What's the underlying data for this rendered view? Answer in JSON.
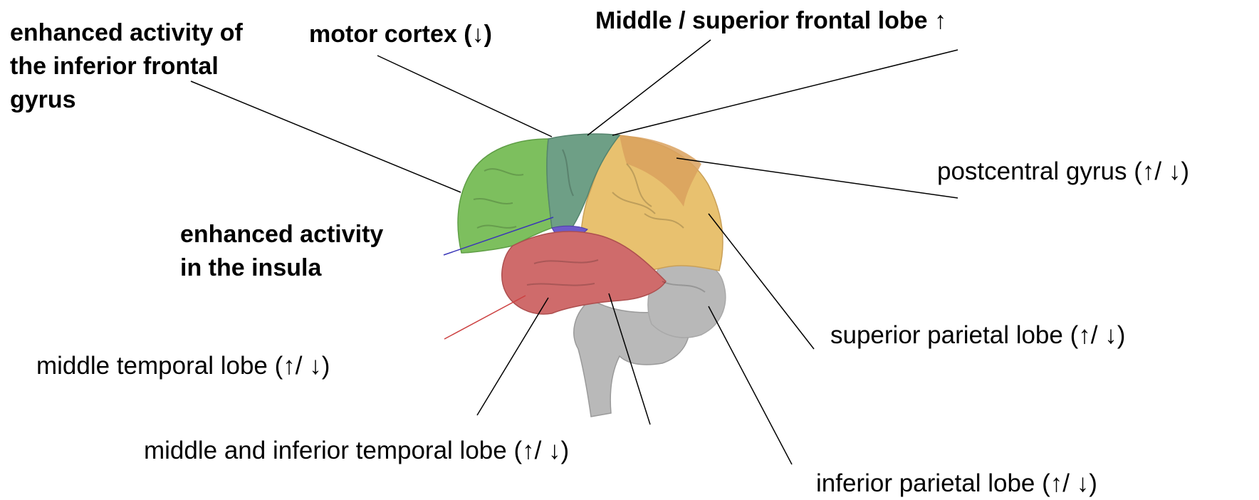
{
  "labels": {
    "inferior_frontal": [
      "enhanced activity of",
      "the inferior frontal",
      "gyrus"
    ],
    "motor_cortex": "motor cortex (↓)",
    "frontal_lobe": "Middle / superior frontal lobe ↑",
    "postcentral": "postcentral gyrus (↑/ ↓)",
    "insula": [
      "enhanced activity",
      "in the insula"
    ],
    "superior_parietal": "superior parietal lobe (↑/ ↓)",
    "middle_temporal": "middle temporal lobe (↑/ ↓)",
    "middle_inferior_temporal": "middle and inferior temporal lobe (↑/ ↓)",
    "inferior_parietal": "inferior parietal lobe (↑/ ↓)"
  },
  "colors": {
    "frontal": "#7dbf5e",
    "motor": "#6e9f86",
    "parietal": "#e8c16f",
    "postcentral": "#d9a15e",
    "temporal": "#cf6b6b",
    "occipital": "#b8b8b8",
    "insula": "#6d5bc9"
  }
}
